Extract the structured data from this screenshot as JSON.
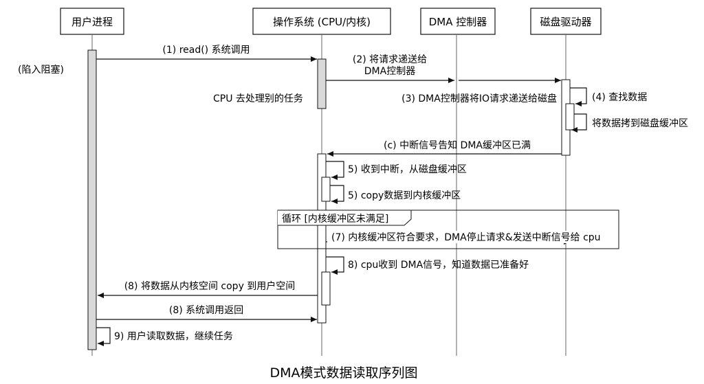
{
  "participants": {
    "user": "用户进程",
    "os": "操作系统 (CPU/内核)",
    "dma": "DMA 控制器",
    "disk": "磁盘驱动器"
  },
  "notes": {
    "blocked": "(陷入阻塞)",
    "cpu_other": "CPU 去处理别的任务"
  },
  "messages": {
    "m1": "(1) read() 系统调用",
    "m2_line1": "(2) 将请求递送给",
    "m2_line2": "DMA控制器",
    "m3": "(3) DMA控制器将IO请求递送给磁盘",
    "m4": "(4) 查找数据",
    "m4b": "将数据拷到磁盘缓冲区",
    "mc": "(c) 中断信号告知 DMA缓冲区已满",
    "m5a": "5) 收到中断，从磁盘缓冲区",
    "m5b": "5) copy数据到内核缓冲区",
    "m7": "(7) 内核缓冲区符合要求，DMA停止请求&发送中断信号给 cpu",
    "m8a": "8) cpu收到 DMA信号，知道数据已准备好",
    "m8b": "(8) 将数据从内核空间 copy 到用户空间",
    "m8c": "(8) 系统调用返回",
    "m9": "9) 用户读取数据，继续任务"
  },
  "loop": {
    "label": "循环 [内核缓冲区未满足]"
  },
  "caption": "DMA模式数据读取序列图"
}
